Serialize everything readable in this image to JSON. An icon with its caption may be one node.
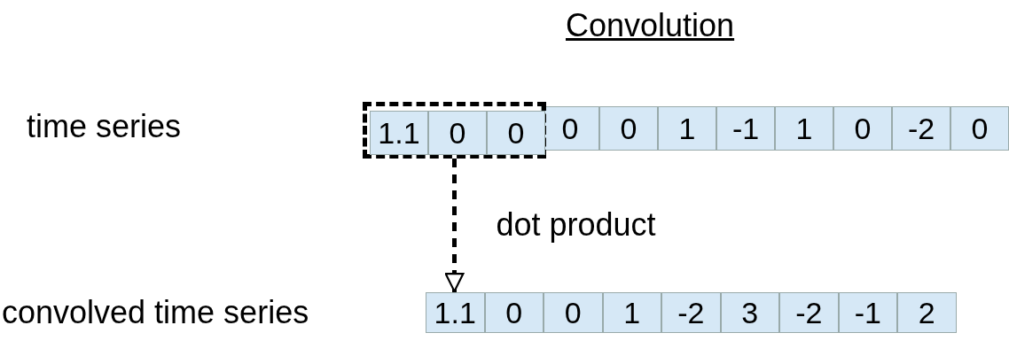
{
  "diagram": {
    "title": "Convolution",
    "nodes": [
      {
        "text": [],
        "shape": "box"
      },
      {
        "text": [
          "1.1"
        ],
        "in": 0
      },
      {
        "text": [
          "0"
        ],
        "in": 0
      },
      {
        "text": [
          "0"
        ],
        "in": 0
      },
      {
        "text": [
          "0"
        ]
      },
      {
        "text": [
          "0"
        ]
      },
      {
        "text": [
          "1"
        ]
      },
      {
        "text": [
          "-1"
        ]
      },
      {
        "text": [
          "1"
        ]
      },
      {
        "text": [
          "0"
        ]
      },
      {
        "text": [
          "-2"
        ]
      },
      {
        "text": [
          "0"
        ]
      },
      {
        "text": [
          "1.1"
        ]
      },
      {
        "text": [
          "0"
        ]
      },
      {
        "text": [
          "0"
        ]
      },
      {
        "text": [
          "1"
        ]
      },
      {
        "text": [
          "-2"
        ]
      },
      {
        "text": [
          "3"
        ]
      },
      {
        "text": [
          "-2"
        ]
      },
      {
        "text": [
          "-1"
        ]
      },
      {
        "text": [
          "2"
        ]
      }
    ],
    "edges": [
      {
        "from": 0,
        "to": 12,
        "arrow": "to",
        "style": "dashed",
        "label": "dot product"
      }
    ],
    "labels": [
      "time series",
      "convolved time series"
    ]
  }
}
